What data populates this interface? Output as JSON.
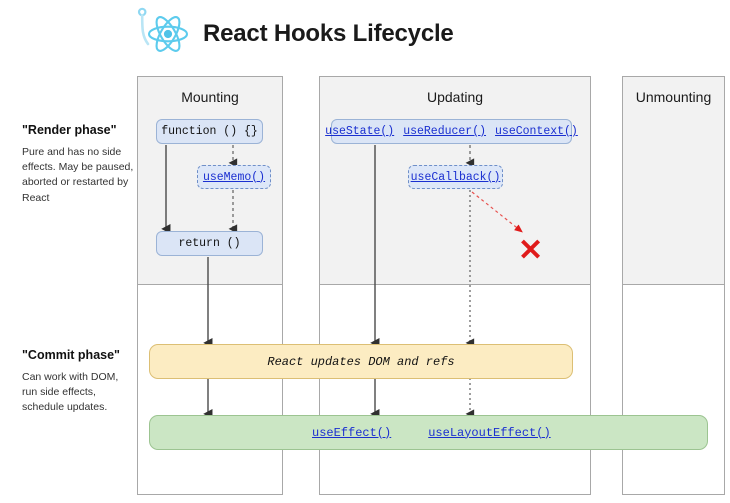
{
  "header": {
    "title": "React Hooks Lifecycle",
    "logo_icon": "react-atom-logo"
  },
  "phases": [
    {
      "id": "render",
      "title": "\"Render phase\"",
      "description": "Pure and has no side effects. May be paused, aborted or restarted by React"
    },
    {
      "id": "commit",
      "title": "\"Commit phase\"",
      "description": "Can work with DOM, run side effects, schedule updates."
    }
  ],
  "columns": [
    {
      "id": "mounting",
      "title": "Mounting"
    },
    {
      "id": "updating",
      "title": "Updating"
    },
    {
      "id": "unmounting",
      "title": "Unmounting"
    }
  ],
  "nodes": {
    "function_component": "function () {}",
    "use_memo": "useMemo()",
    "return_call": "return ()",
    "use_state": "useState()",
    "use_reducer": "useReducer()",
    "use_context": "useContext()",
    "use_callback": "useCallback()"
  },
  "bands": {
    "dom_update": "React updates DOM and refs",
    "use_effect": "useEffect()",
    "use_layout_effect": "useLayoutEffect()"
  },
  "annotations": {
    "blocked_marker": "✕"
  },
  "colors": {
    "node_fill": "#dbe5f6",
    "node_border": "#9bb3d6",
    "link_text": "#1a2fd0",
    "band_yellow_fill": "#fcecc2",
    "band_yellow_border": "#dcbf74",
    "band_green_fill": "#cbe6c4",
    "band_green_border": "#9cc491",
    "phase_panel_fill": "#f2f2f2",
    "panel_border": "#a8a8a8",
    "blocked_red": "#e01b1b",
    "logo_cyan": "#61dafb"
  }
}
